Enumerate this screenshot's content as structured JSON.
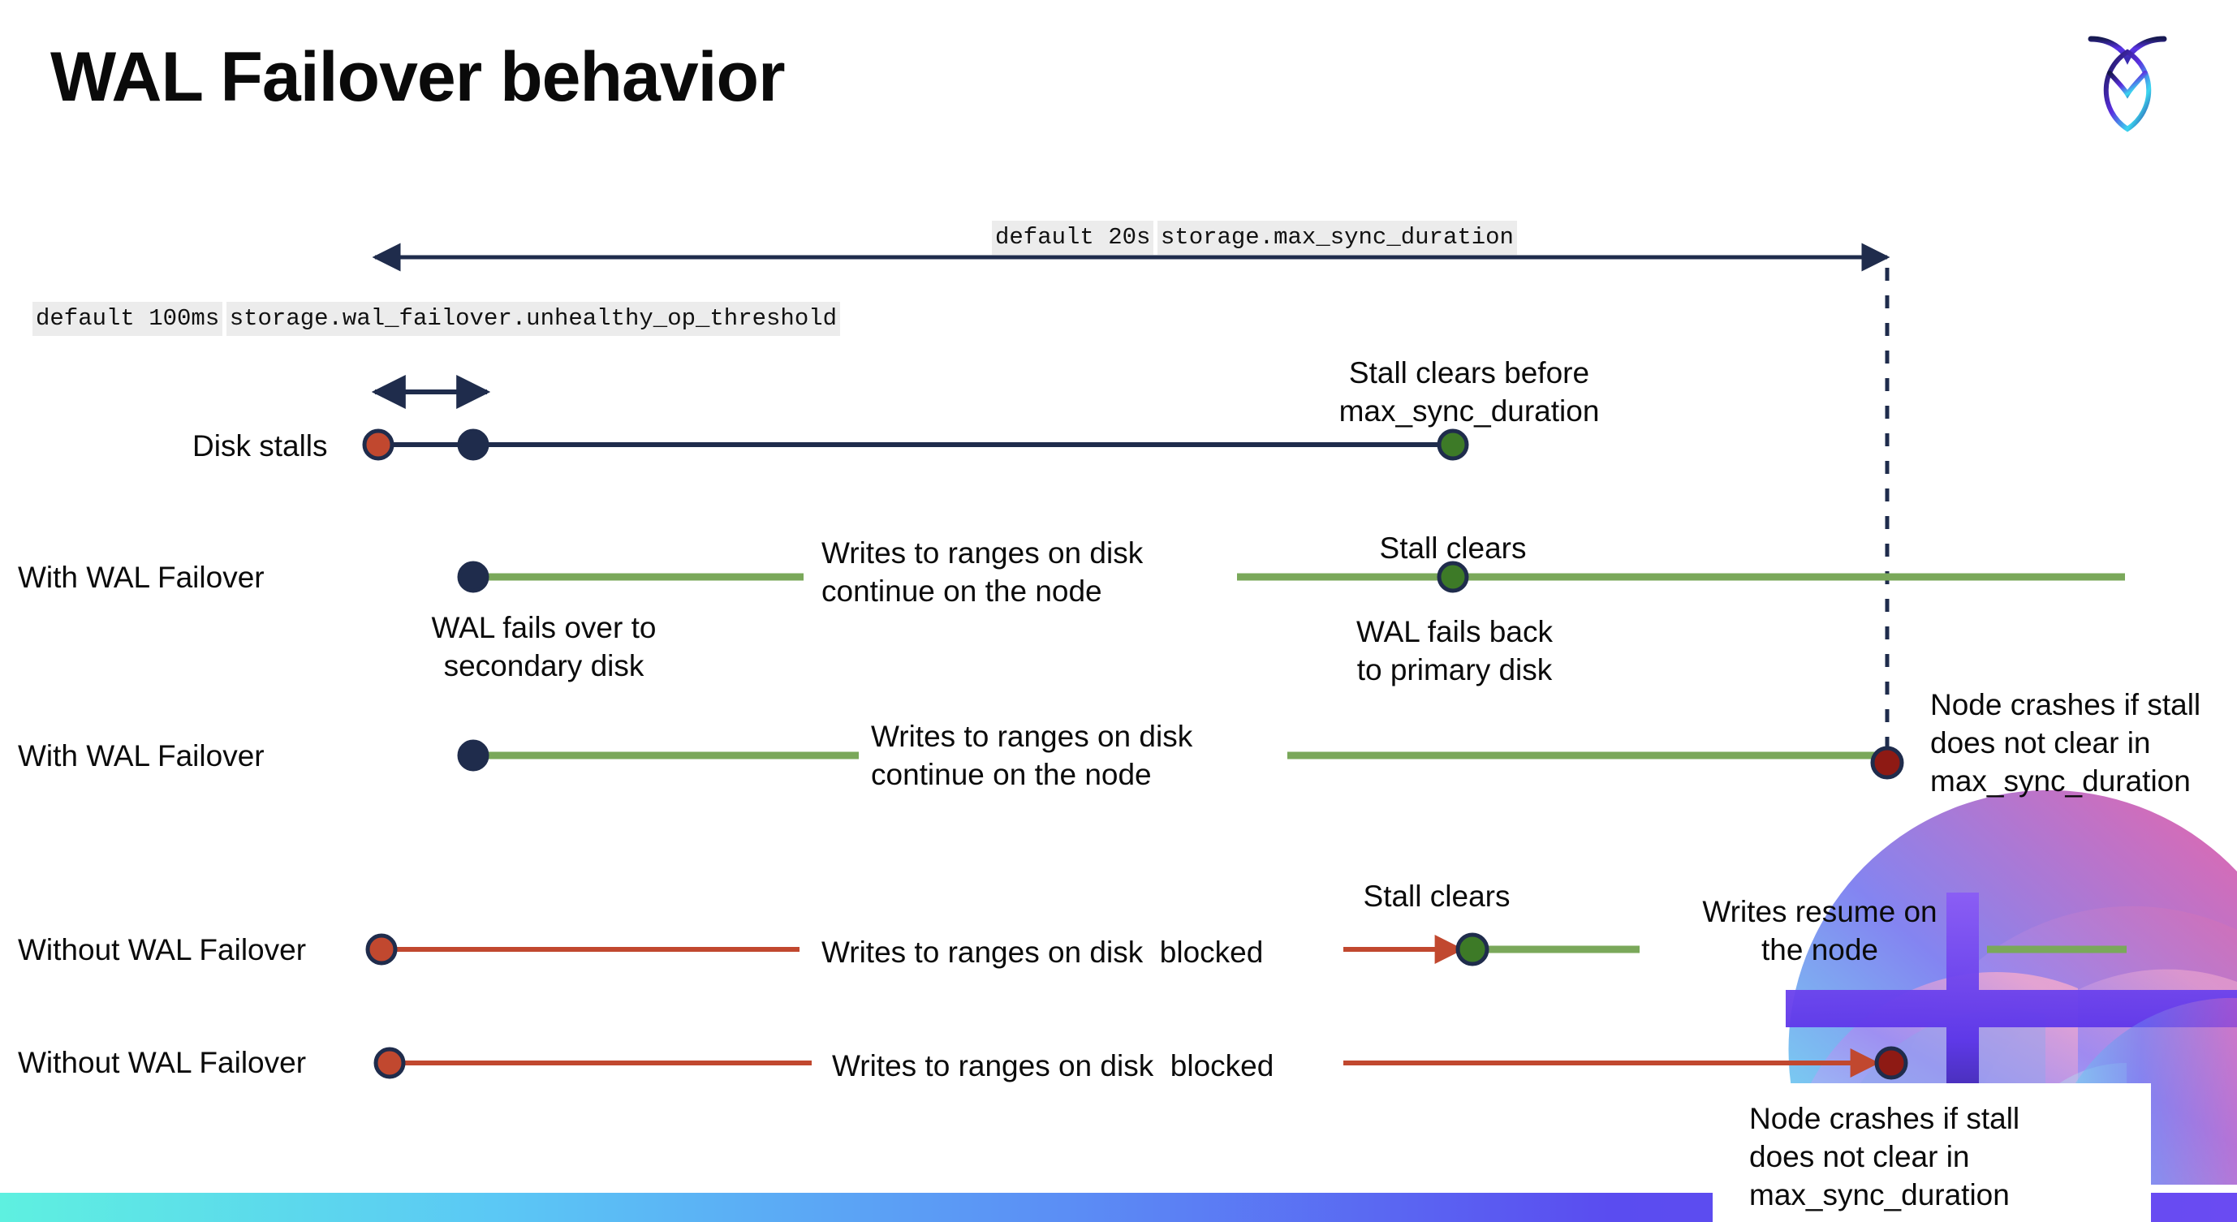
{
  "slide": {
    "title": "WAL Failover behavior",
    "logo_icon": "cockroachdb-logo-icon",
    "background": "#ffffff",
    "bottom_bar_colors": [
      "#5ef0e0",
      "#5bc8f5",
      "#5b8df5",
      "#5a4cf0",
      "#6a4bf2"
    ]
  },
  "palette": {
    "navy": "#1f2c4c",
    "orange": "#c1482f",
    "green_line": "#7aa85a",
    "green_dot": "#3d7a27",
    "dark_red": "#8e1a14",
    "chip_bg": "#ececec"
  },
  "callouts": {
    "max_sync": {
      "line1": "default 20s",
      "line2": "storage.max_sync_duration"
    },
    "unhealthy_op": {
      "line1": "default 100ms",
      "line2": "storage.wal_failover.unhealthy_op_threshold"
    }
  },
  "rows": [
    {
      "label": "Disk stalls"
    },
    {
      "label": "With WAL Failover"
    },
    {
      "label": "With WAL Failover"
    },
    {
      "label": "Without WAL Failover"
    },
    {
      "label": "Without WAL Failover"
    }
  ],
  "annotations": {
    "stall_clears_before": "Stall clears before\nmax_sync_duration",
    "writes_continue_1": "Writes to ranges on disk\ncontinue on the node",
    "stall_clears_1": "Stall clears",
    "wal_fails_over": "WAL fails over to\nsecondary disk",
    "wal_fails_back": "WAL fails  back\nto primary disk",
    "writes_continue_2": "Writes to ranges on disk\ncontinue on the node",
    "node_crashes_1": "Node crashes if stall\ndoes not clear in\nmax_sync_duration",
    "writes_blocked_1": "Writes to ranges on disk  blocked",
    "stall_clears_2": "Stall clears",
    "writes_resume": "Writes resume on\nthe node",
    "writes_blocked_2": "Writes to ranges on disk  blocked",
    "node_crashes_2": "Node crashes if stall\ndoes not clear in\nmax_sync_duration"
  },
  "chart_data": {
    "type": "timeline",
    "title": "WAL Failover behavior",
    "xlabel": "",
    "ylabel": "",
    "time_markers": [
      {
        "name": "storage.wal_failover.unhealthy_op_threshold",
        "default": "100ms"
      },
      {
        "name": "storage.max_sync_duration",
        "default": "20s"
      }
    ],
    "series": [
      {
        "name": "Disk stalls",
        "events": [
          {
            "at": "stall start",
            "marker": "orange-dot",
            "x": 265
          },
          {
            "at": "unhealthy_op_threshold",
            "marker": "navy-dot",
            "x": 332
          },
          {
            "at": "stall clears",
            "marker": "green-dot",
            "x": 1018,
            "label": "Stall clears before max_sync_duration"
          }
        ]
      },
      {
        "name": "With WAL Failover",
        "events": [
          {
            "at": "failover",
            "marker": "navy-dot",
            "x": 332,
            "label": "WAL fails over to secondary disk"
          },
          {
            "at": "stall clears",
            "marker": "green-dot",
            "x": 1018,
            "label": "Stall clears / WAL fails back to primary disk"
          }
        ],
        "segments": [
          {
            "from": 332,
            "to": 562,
            "color": "green",
            "label": "Writes to ranges on disk continue on the node"
          },
          {
            "from": 866,
            "to": 1489,
            "color": "green"
          }
        ]
      },
      {
        "name": "With WAL Failover",
        "events": [
          {
            "at": "failover",
            "marker": "navy-dot",
            "x": 332
          },
          {
            "at": "max_sync_duration",
            "marker": "darkred-dot",
            "x": 1325,
            "label": "Node crashes if stall does not clear in max_sync_duration"
          }
        ],
        "segments": [
          {
            "from": 332,
            "to": 600,
            "color": "green",
            "label": "Writes to ranges on disk continue on the node"
          },
          {
            "from": 900,
            "to": 1325,
            "color": "green"
          }
        ]
      },
      {
        "name": "Without WAL Failover",
        "events": [
          {
            "at": "stall start",
            "marker": "orange-dot",
            "x": 267
          },
          {
            "at": "stall clears",
            "marker": "green-dot",
            "x": 1031,
            "label": "Stall clears"
          }
        ],
        "segments": [
          {
            "from": 267,
            "to": 560,
            "color": "orange",
            "label": "Writes to ranges on disk  blocked"
          },
          {
            "from": 940,
            "to": 1031,
            "color": "orange"
          },
          {
            "from": 1031,
            "to": 1148,
            "color": "green"
          },
          {
            "from": 1392,
            "to": 1489,
            "color": "green",
            "label": "Writes resume on the node"
          }
        ]
      },
      {
        "name": "Without WAL Failover",
        "events": [
          {
            "at": "stall start",
            "marker": "orange-dot",
            "x": 272
          },
          {
            "at": "max_sync_duration",
            "marker": "darkred-dot",
            "x": 1325,
            "label": "Node crashes if stall does not clear in max_sync_duration"
          }
        ],
        "segments": [
          {
            "from": 272,
            "to": 568,
            "color": "orange",
            "label": "Writes to ranges on disk  blocked"
          },
          {
            "from": 940,
            "to": 1325,
            "color": "orange"
          }
        ]
      }
    ]
  }
}
